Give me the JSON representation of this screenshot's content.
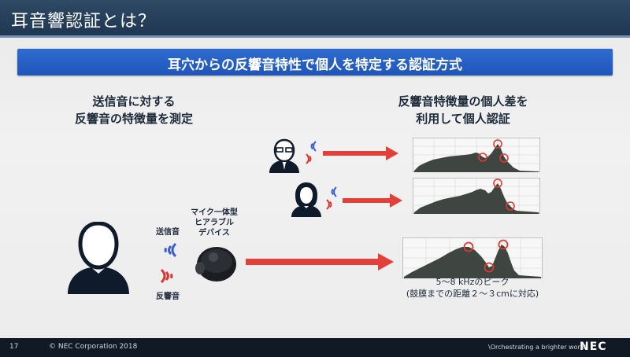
{
  "title": "耳音響認証とは？",
  "banner": "耳穴からの反響音特性で個人を特定する認証方式",
  "left_heading": [
    "送信音に対する",
    "反響音の特徴量を測定"
  ],
  "right_heading": [
    "反響音特徴量の個人差を",
    "利用して個人認証"
  ],
  "device_label": [
    "マイク一体型",
    "ヒアラブル",
    "デバイス"
  ],
  "send_label": "送信音",
  "echo_label": "反響音",
  "caption": [
    "5～8 kHzのピーク",
    "(鼓膜までの距離２～３cmに対応)"
  ],
  "footer": {
    "page": "17",
    "copyright": "© NEC Corporation 2018",
    "tagline": "\\Orchestrating a brighter world",
    "logo": "NEC"
  },
  "colors": {
    "title_bar": "#1e3550",
    "banner": "#2f6bd0",
    "arrow": "#e4403a",
    "sound_blue": "#3a5fd0",
    "sound_red": "#d8362e",
    "graph_fill": "#3f4541",
    "highlight": "#e03a2f"
  }
}
